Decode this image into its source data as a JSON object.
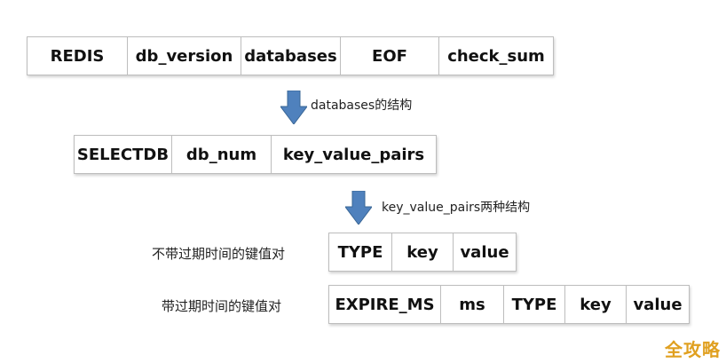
{
  "rdb_file": {
    "fields": [
      "REDIS",
      "db_version",
      "databases",
      "EOF",
      "check_sum"
    ]
  },
  "databases_structure": {
    "caption": "databases的结构",
    "fields": [
      "SELECTDB",
      "db_num",
      "key_value_pairs"
    ]
  },
  "key_value_pairs_structure": {
    "caption": "key_value_pairs两种结构",
    "no_expire": {
      "label": "不带过期时间的键值对",
      "fields": [
        "TYPE",
        "key",
        "value"
      ]
    },
    "with_expire": {
      "label": "带过期时间的键值对",
      "fields": [
        "EXPIRE_MS",
        "ms",
        "TYPE",
        "key",
        "value"
      ]
    }
  },
  "watermark": "全攻略",
  "colors": {
    "arrow": "#4f81bd",
    "arrow_border": "#3a6796",
    "cell_border": "#bdbdbd",
    "watermark": "#e0a020"
  }
}
